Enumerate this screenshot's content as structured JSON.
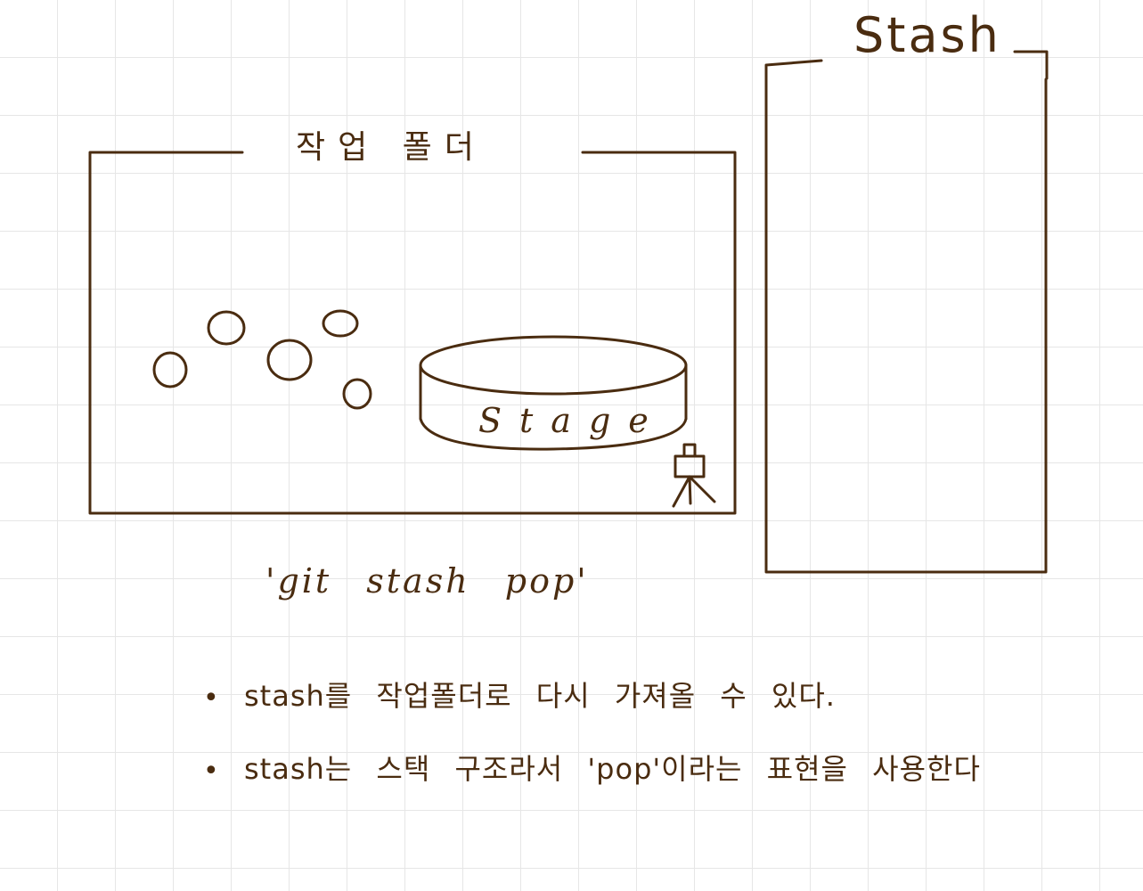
{
  "diagram": {
    "work_folder_title": "작업 폴더",
    "stash_title": "Stash",
    "stage_label": "Stage",
    "command": "'git stash pop'",
    "notes": [
      "stash를 작업폴더로 다시 가져올 수 있다.",
      "stash는 스택 구조라서 'pop'이라는 표현을 사용한다"
    ],
    "bullet_symbol": "•",
    "ink_color": "#4a2c10",
    "grid_color": "#e6e6e6",
    "icons": [
      "camera-on-tripod-icon",
      "change-circle-icon"
    ]
  }
}
